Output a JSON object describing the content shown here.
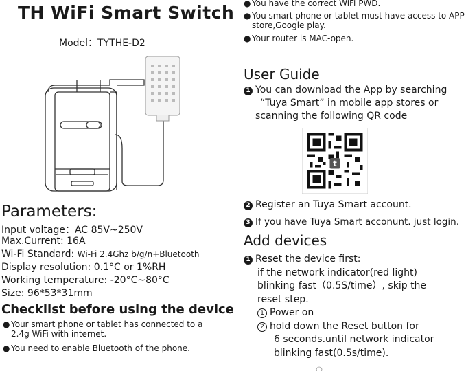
{
  "title": "TH WiFi Smart Switch",
  "model": "Model：TYTHE-D2",
  "parameters": {
    "heading": "Parameters:",
    "input_voltage": "Input voltage：AC 85V~250V",
    "max_current": "Max.Current: 16A",
    "wifi_label": "Wi-Fi Standard: ",
    "wifi_value": "Wi-Fi 2.4Ghz b/g/n+Bluetooth",
    "display_resolution": "Display resolution: 0.1°C or 1%RH",
    "working_temperature": "Working temperature: -20°C~80°C",
    "size": "Size: 96*53*31mm"
  },
  "checklist": {
    "heading": "Checklist before using the device",
    "items": [
      {
        "line1": "Your smart phone or tablet has connected to a",
        "line2": "2.4g WiFi with internet."
      },
      {
        "line1": "You need to enable Bluetooth of the phone.",
        "line2": ""
      }
    ]
  },
  "right_bullets": [
    {
      "line1": "You have the correct WiFi PWD.",
      "line2": ""
    },
    {
      "line1": "You smart phone or tablet must have access to APP",
      "line2": "store,Google play."
    },
    {
      "line1": "Your router is MAC-open.",
      "line2": ""
    }
  ],
  "user_guide": {
    "heading": "User Guide",
    "steps": [
      {
        "num": "1",
        "lines": [
          "You can download the App by searching",
          "“Tuya Smart” in mobile app stores or",
          "scanning the following QR code"
        ]
      },
      {
        "num": "2",
        "lines": [
          "Register an Tuya Smart account."
        ]
      },
      {
        "num": "3",
        "lines": [
          "If you have Tuya Smart acconunt. just login."
        ]
      }
    ]
  },
  "add_devices": {
    "heading": "Add devices",
    "step_num": "1",
    "lines": [
      "Reset the device first:",
      "if the network indicator(red light)",
      "blinking fast（0.5S/time）, skip the",
      "reset step."
    ],
    "substeps": [
      {
        "num": "1",
        "lines": [
          "Power on"
        ]
      },
      {
        "num": "2",
        "lines": [
          "hold down the Reset button for",
          "6 seconds.until  network indicator",
          "blinking fast(0.5s/time)."
        ]
      }
    ]
  },
  "icons": {
    "qr": "qr-code-icon",
    "device": "switch-device-illustration",
    "sensor": "temperature-humidity-sensor"
  }
}
